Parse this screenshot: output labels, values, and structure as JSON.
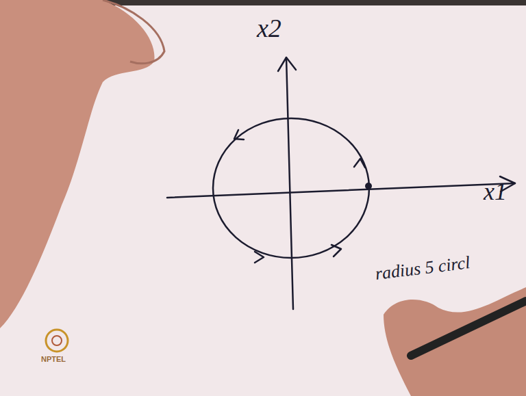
{
  "diagram": {
    "labels": [
      "x2",
      "x1",
      "radius 5 circl",
      "NPTEL"
    ]
  }
}
